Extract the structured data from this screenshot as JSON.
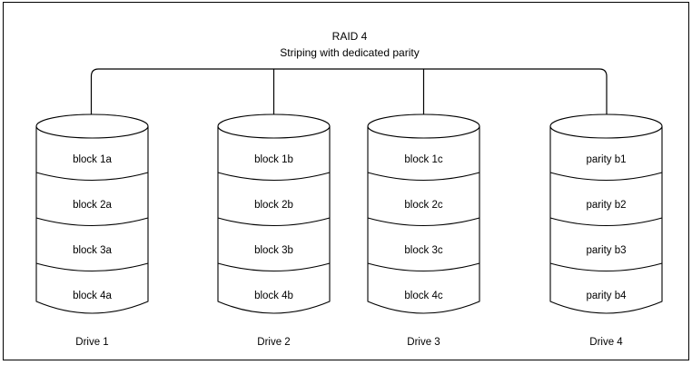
{
  "title": {
    "line1": "RAID 4",
    "line2": "Striping with dedicated parity"
  },
  "colors": {
    "stroke": "#000000",
    "background": "#ffffff",
    "frame": "#000000"
  },
  "drives": [
    {
      "name": "Drive 1",
      "blocks": [
        "block 1a",
        "block 2a",
        "block 3a",
        "block 4a"
      ]
    },
    {
      "name": "Drive 2",
      "blocks": [
        "block 1b",
        "block 2b",
        "block 3b",
        "block 4b"
      ]
    },
    {
      "name": "Drive 3",
      "blocks": [
        "block 1c",
        "block 2c",
        "block 3c",
        "block 4c"
      ]
    },
    {
      "name": "Drive 4",
      "blocks": [
        "parity b1",
        "parity b2",
        "parity b3",
        "parity b4"
      ]
    }
  ]
}
